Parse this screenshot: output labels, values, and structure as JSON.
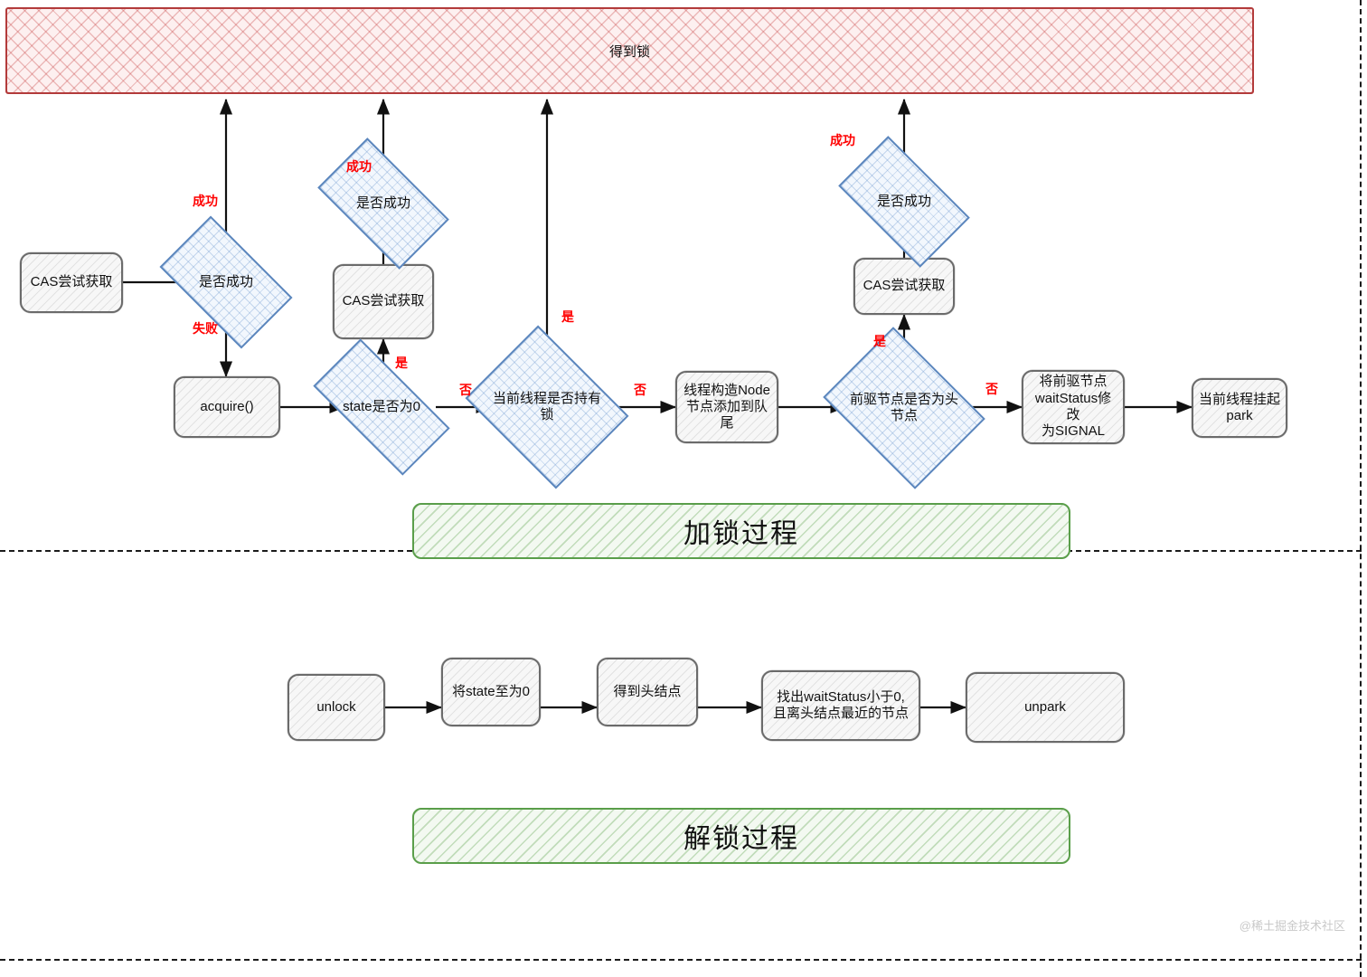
{
  "diagram": {
    "title_banner": {
      "label": "得到锁",
      "color": "#b33b3b"
    },
    "section_labels": {
      "lock": "加锁过程",
      "unlock": "解锁过程"
    },
    "watermark": "@稀土掘金技术社区"
  },
  "lock_flow": {
    "nodes": [
      {
        "id": "cas-try-1",
        "type": "process",
        "label": "CAS尝试获取"
      },
      {
        "id": "is-success-1",
        "type": "decision",
        "label": "是否成功"
      },
      {
        "id": "acquire",
        "type": "process",
        "label": "acquire()"
      },
      {
        "id": "cas-try-2",
        "type": "process",
        "label": "CAS尝试获取"
      },
      {
        "id": "is-success-2",
        "type": "decision",
        "label": "是否成功"
      },
      {
        "id": "state-is-zero",
        "type": "decision",
        "label": "state是否为0"
      },
      {
        "id": "thread-holds-lock",
        "type": "decision",
        "label": "当前线程是否持有\n锁"
      },
      {
        "id": "build-node",
        "type": "process",
        "label": "线程构造Node\n节点添加到队\n尾"
      },
      {
        "id": "pred-is-head",
        "type": "decision",
        "label": "前驱节点是否为头\n节点"
      },
      {
        "id": "cas-try-3",
        "type": "process",
        "label": "CAS尝试获取"
      },
      {
        "id": "is-success-3",
        "type": "decision",
        "label": "是否成功"
      },
      {
        "id": "set-signal",
        "type": "process",
        "label": "将前驱节点\nwaitStatus修改\n为SIGNAL"
      },
      {
        "id": "park-thread",
        "type": "process",
        "label": "当前线程挂起\npark"
      }
    ],
    "edge_labels": [
      {
        "id": "edge-success-1",
        "text": "成功"
      },
      {
        "id": "edge-fail-1",
        "text": "失败"
      },
      {
        "id": "edge-success-2",
        "text": "成功"
      },
      {
        "id": "edge-yes-1",
        "text": "是"
      },
      {
        "id": "edge-no-1",
        "text": "否"
      },
      {
        "id": "edge-yes-2",
        "text": "是"
      },
      {
        "id": "edge-no-2",
        "text": "否"
      },
      {
        "id": "edge-no-3",
        "text": "否"
      },
      {
        "id": "edge-yes-3",
        "text": "是"
      },
      {
        "id": "edge-success-3",
        "text": "成功"
      }
    ]
  },
  "unlock_flow": {
    "nodes": [
      {
        "id": "unlock",
        "type": "process",
        "label": "unlock"
      },
      {
        "id": "state-to-zero",
        "type": "process",
        "label": "将state至为0"
      },
      {
        "id": "get-head",
        "type": "process",
        "label": "得到头结点"
      },
      {
        "id": "find-node",
        "type": "process",
        "label": "找出waitStatus小于0,\n且离头结点最近的节点"
      },
      {
        "id": "unpark",
        "type": "process",
        "label": "unpark"
      }
    ]
  }
}
